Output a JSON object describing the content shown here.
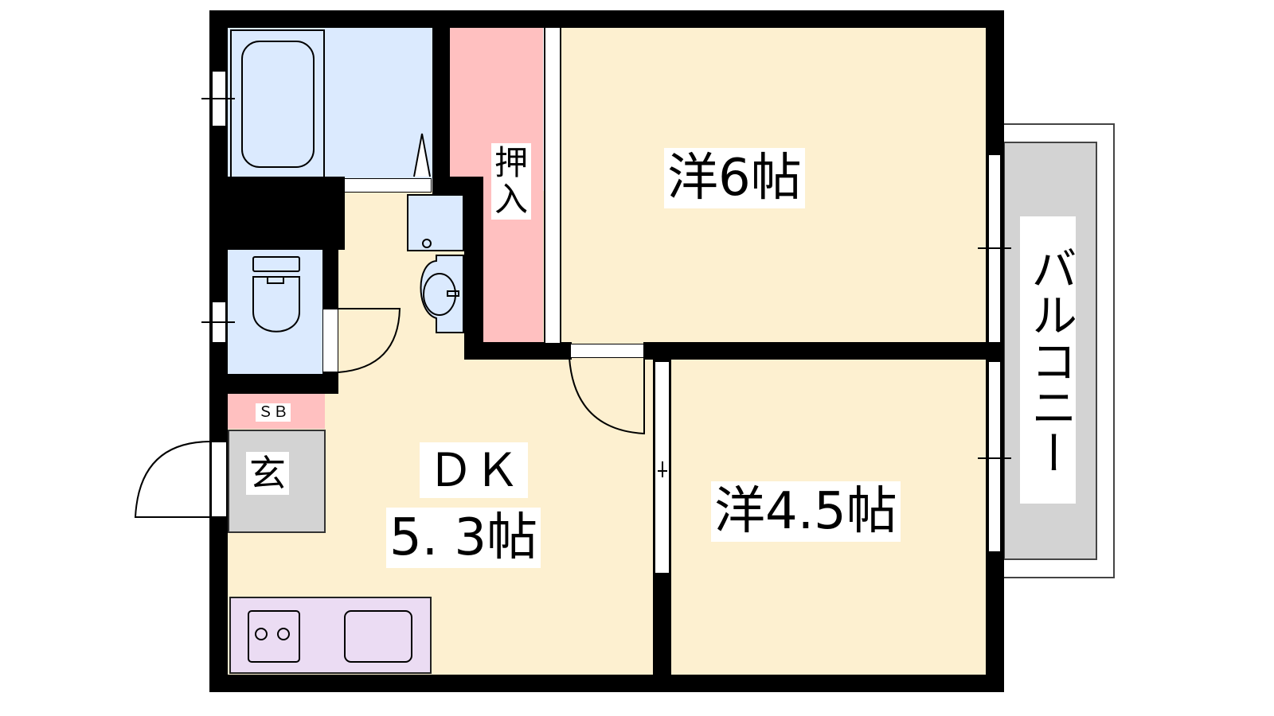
{
  "title": "Floor plan 2DK",
  "rooms": {
    "western_6": "洋6帖",
    "western_45": "洋4.5帖",
    "dk_line1": "ＤＫ",
    "dk_line2": "5. 3帖",
    "closet_line1": "押",
    "closet_line2": "入",
    "shoe_box": "ＳＢ",
    "entrance": "玄",
    "balcony": "バルコニー"
  },
  "colors": {
    "floor": "#fdf0d0",
    "wet_area": "#dbeafe",
    "storage": "#ffc0c0",
    "entrance": "#d3d3d3",
    "kitchen": "#ebdcf3",
    "balcony": "#d3d3d3",
    "wall": "#000000"
  }
}
